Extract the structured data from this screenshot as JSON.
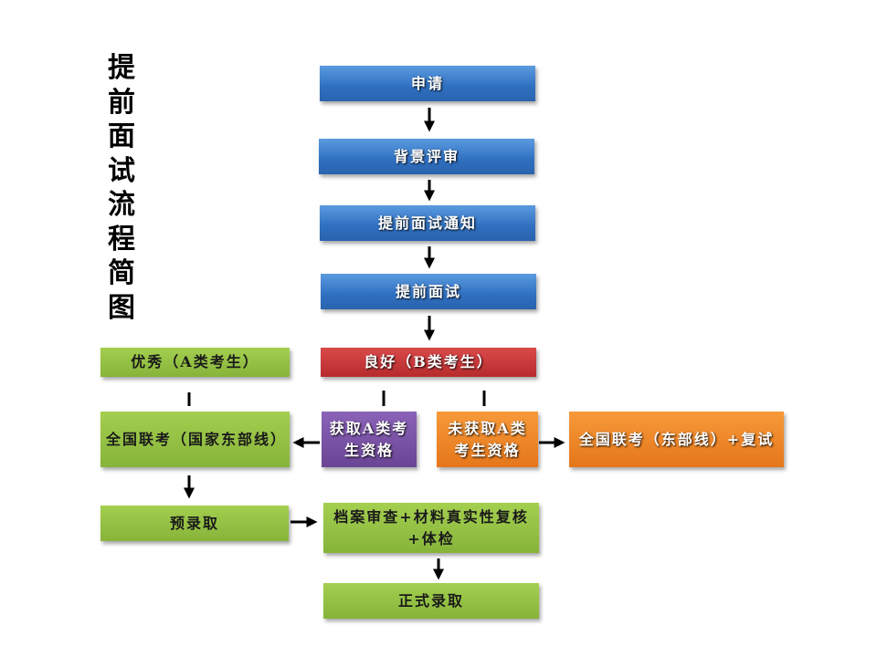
{
  "title_chars": [
    "提",
    "前",
    "面",
    "试",
    "流",
    "程",
    "简",
    "图"
  ],
  "nodes": {
    "apply": "申请",
    "background_review": "背景评审",
    "interview_notice": "提前面试通知",
    "interview": "提前面试",
    "excellent": "优秀（A类考生）",
    "good": "良好（B类考生）",
    "national_exam_a": "全国联考（国家东部线）",
    "get_a": "获取A类考生资格",
    "not_get_a": "未获取A类考生资格",
    "national_exam_b": "全国联考（东部线）+复试",
    "pre_admission": "预录取",
    "review": "档案审查+材料真实性复核+体检",
    "formal_admission": "正式录取"
  }
}
